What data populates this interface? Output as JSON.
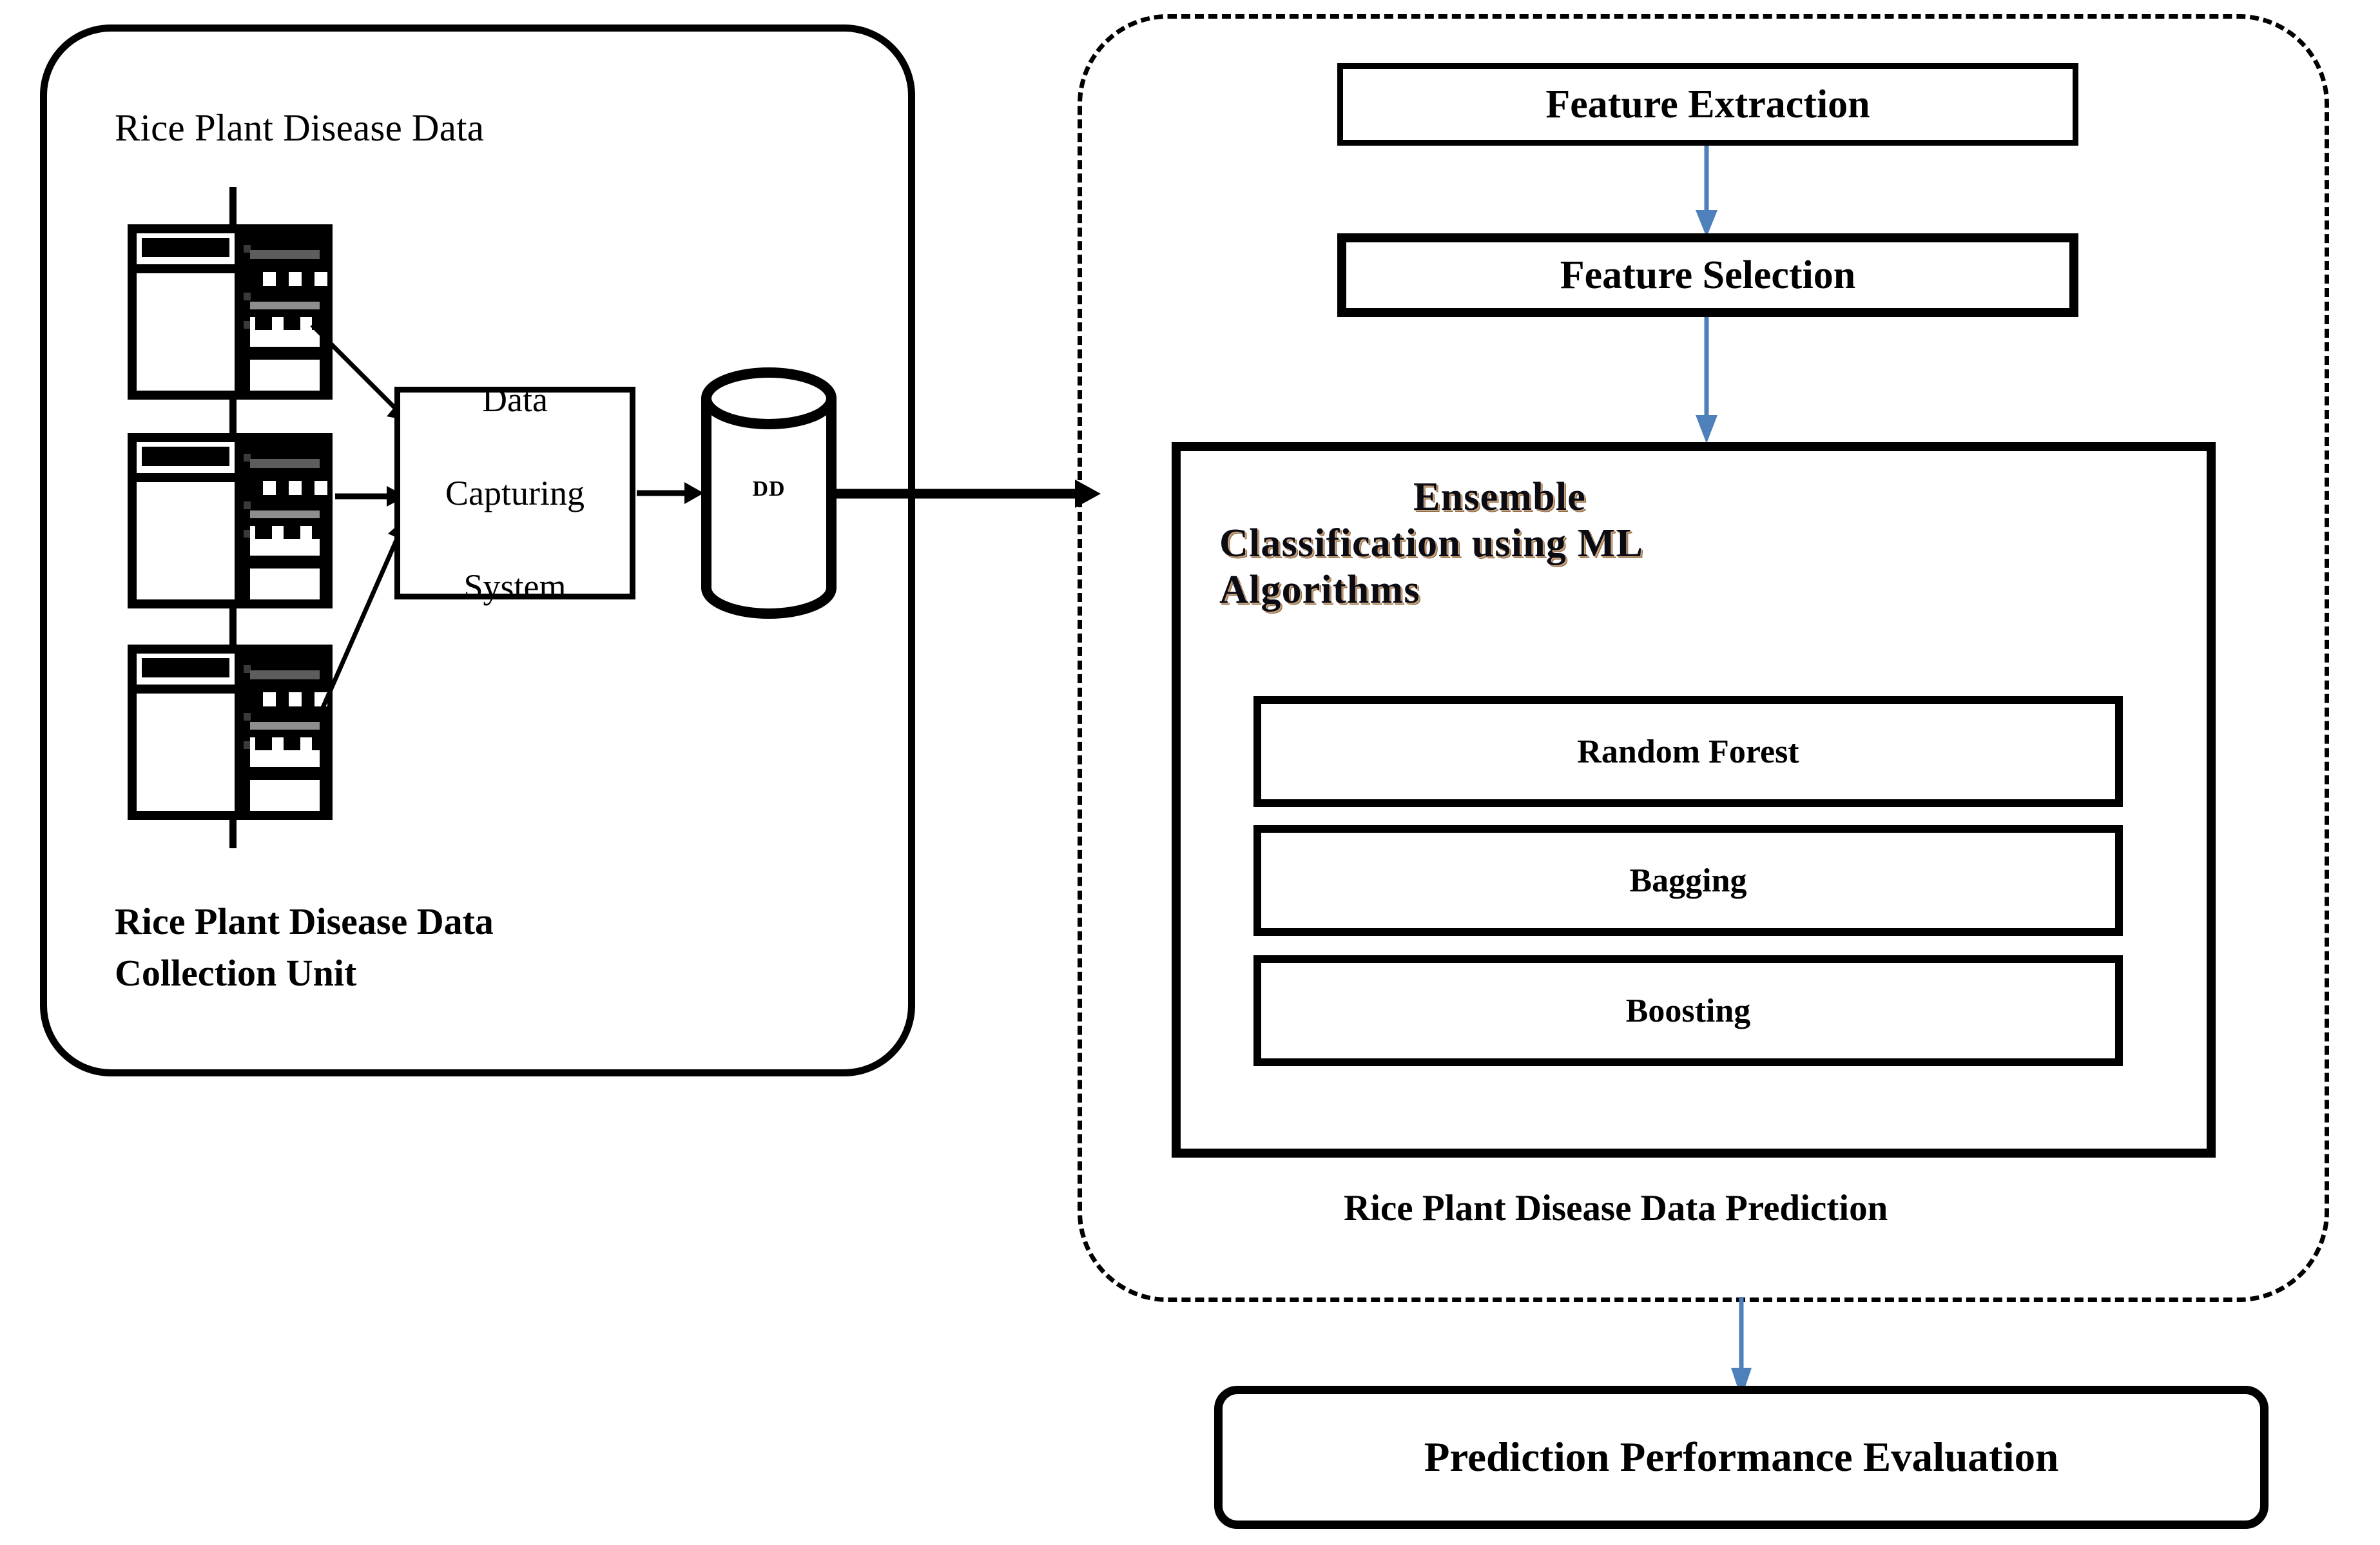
{
  "diagram": {
    "title": "Rice Plant Disease Prediction System Architecture",
    "accent_blue": "#4E80BC",
    "line_black": "#000000"
  },
  "collection_unit": {
    "title": "Rice Plant Disease Data",
    "caption_line1": "Rice Plant Disease Data",
    "caption_line2": "Collection Unit",
    "capture_box": {
      "line1": "Data",
      "line2": "Capturing",
      "line3": "System"
    },
    "database": {
      "label": "DD"
    },
    "sources": [
      {
        "name": "server-rack-1"
      },
      {
        "name": "server-rack-2"
      },
      {
        "name": "server-rack-3"
      }
    ]
  },
  "prediction_unit": {
    "caption": "Rice Plant Disease Data Prediction",
    "feature_extraction": "Feature Extraction",
    "feature_selection": "Feature Selection",
    "ensemble": {
      "title_line1": "Ensemble",
      "title_line2": "Classification using ML",
      "title_line3": "Algorithms",
      "algorithms": [
        "Random Forest",
        "Bagging",
        "Boosting"
      ]
    }
  },
  "evaluation": {
    "label": "Prediction Performance Evaluation"
  }
}
